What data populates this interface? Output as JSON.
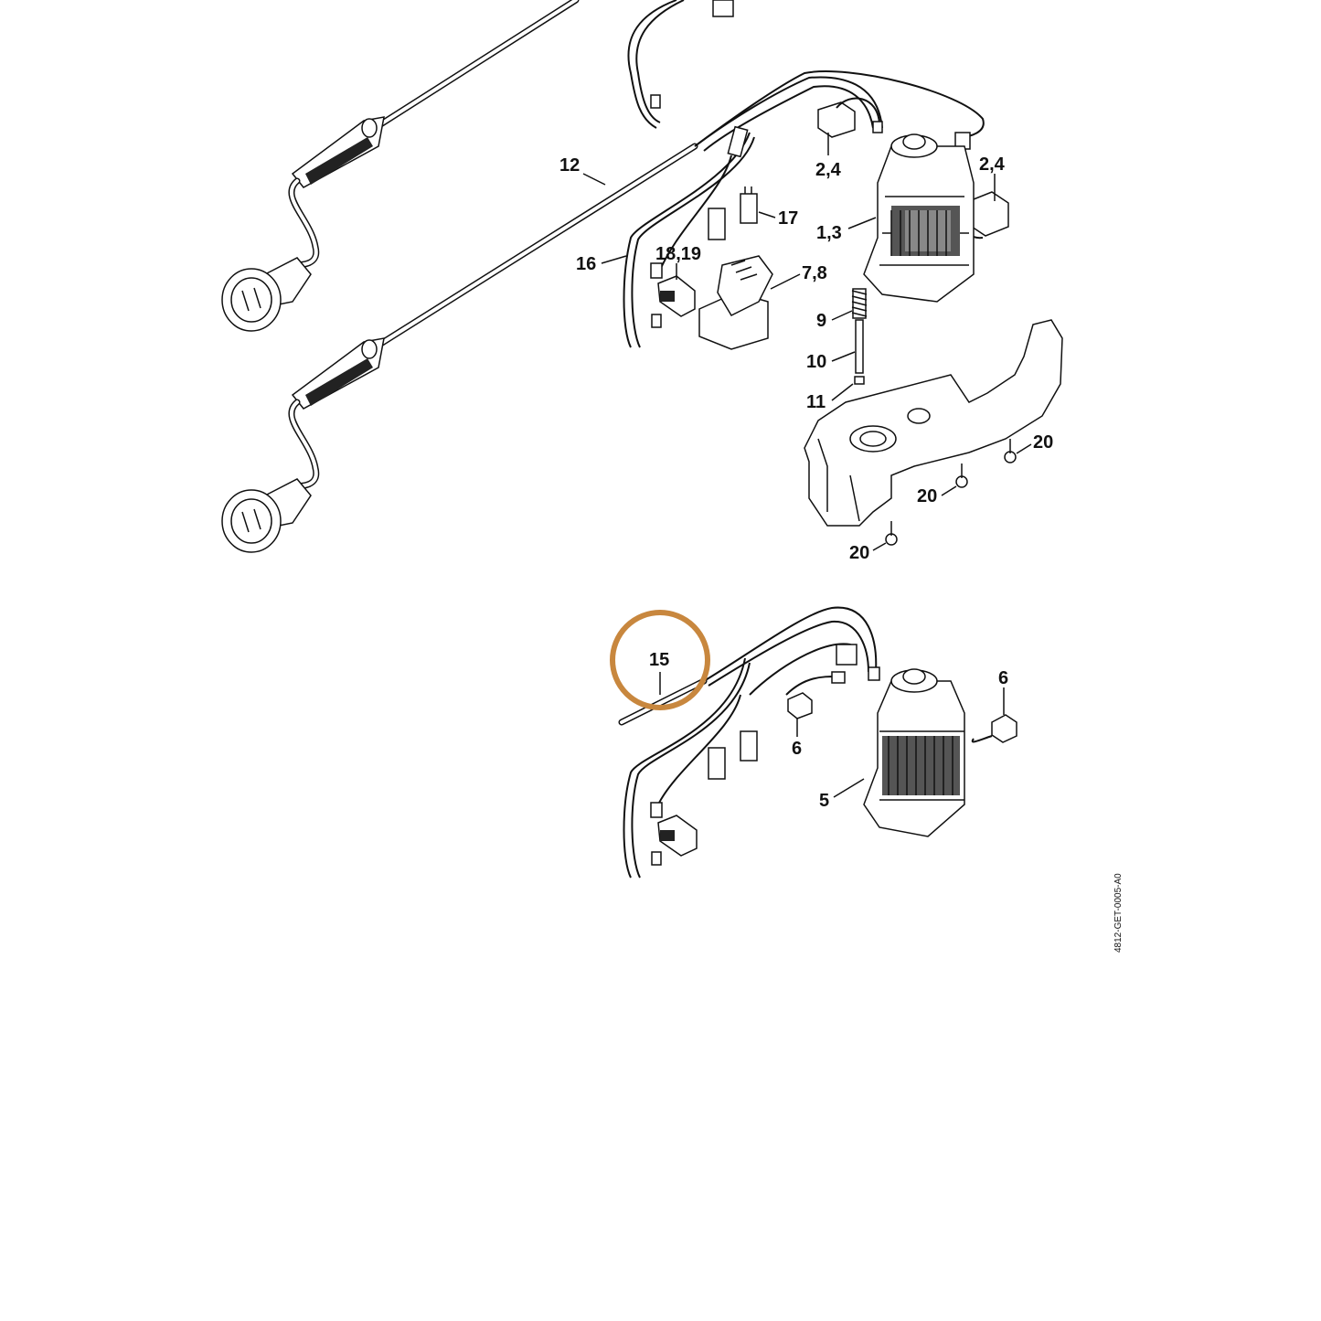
{
  "diagram": {
    "doc_id": "4812-GET-0005-A0",
    "highlight_color": "#c8873e",
    "callouts": [
      {
        "id": "c12",
        "label": "12"
      },
      {
        "id": "c24a",
        "label": "2,4"
      },
      {
        "id": "c24b",
        "label": "2,4"
      },
      {
        "id": "c17",
        "label": "17"
      },
      {
        "id": "c13",
        "label": "1,3"
      },
      {
        "id": "c16",
        "label": "16"
      },
      {
        "id": "c1819",
        "label": "18,19"
      },
      {
        "id": "c78",
        "label": "7,8"
      },
      {
        "id": "c9",
        "label": "9"
      },
      {
        "id": "c10",
        "label": "10"
      },
      {
        "id": "c11",
        "label": "11"
      },
      {
        "id": "c20a",
        "label": "20"
      },
      {
        "id": "c20b",
        "label": "20"
      },
      {
        "id": "c20c",
        "label": "20"
      },
      {
        "id": "c15",
        "label": "15"
      },
      {
        "id": "c6a",
        "label": "6"
      },
      {
        "id": "c6b",
        "label": "6"
      },
      {
        "id": "c5",
        "label": "5"
      }
    ]
  }
}
